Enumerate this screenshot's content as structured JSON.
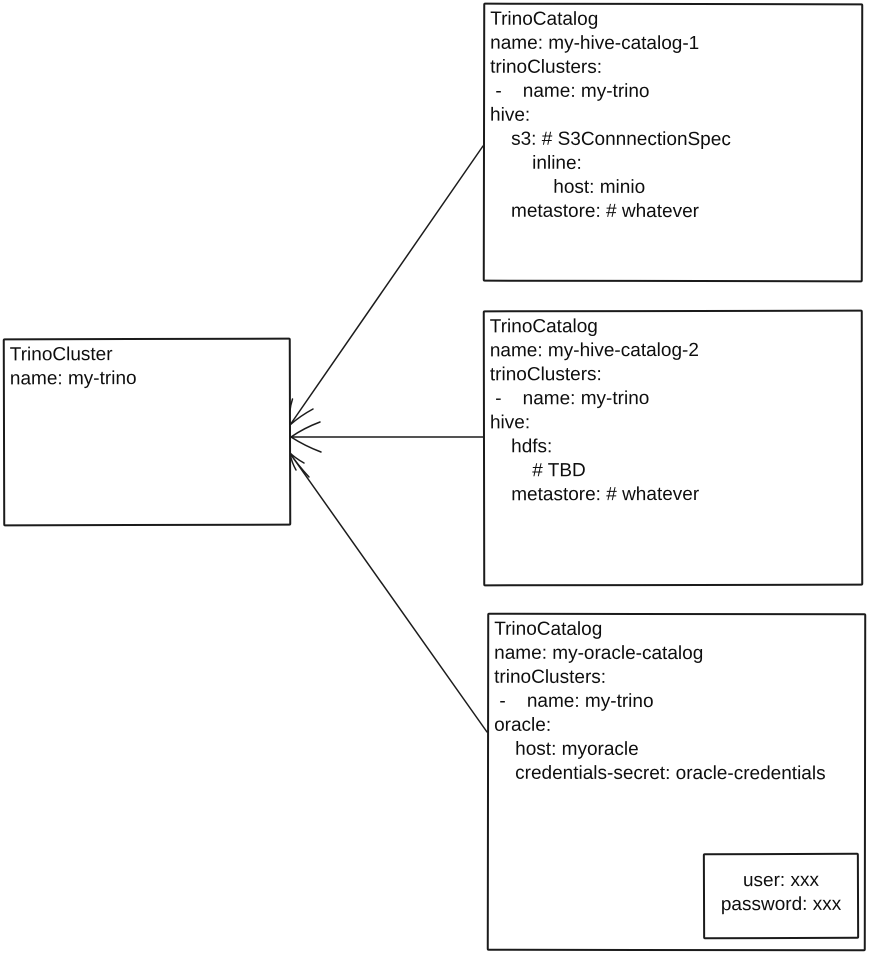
{
  "diagram": {
    "kind": "hand-drawn architecture diagram",
    "colors": {
      "background": "#ffffff",
      "stroke": "#1c1c1c",
      "text": "#0e0e0e"
    },
    "nodes": {
      "cluster": {
        "lines": [
          "TrinoCluster",
          "name: my-trino"
        ]
      },
      "catalog1": {
        "lines": [
          "TrinoCatalog",
          "name: my-hive-catalog-1",
          "trinoClusters:",
          " -    name: my-trino",
          "hive:",
          "    s3: # S3ConnnectionSpec",
          "        inline:",
          "            host: minio",
          "    metastore: # whatever"
        ]
      },
      "catalog2": {
        "lines": [
          "TrinoCatalog",
          "name: my-hive-catalog-2",
          "trinoClusters:",
          " -    name: my-trino",
          "hive:",
          "    hdfs:",
          "        # TBD",
          "    metastore: # whatever"
        ]
      },
      "catalog3": {
        "lines": [
          "TrinoCatalog",
          "name: my-oracle-catalog",
          "trinoClusters:",
          " -    name: my-trino",
          "oracle:",
          "    host: myoracle",
          "    credentials-secret: oracle-credentials"
        ]
      },
      "credentials": {
        "lines": [
          "user: xxx",
          "password: xxx"
        ]
      }
    },
    "connectors": [
      {
        "from": "catalog1",
        "to": "cluster",
        "style": "arrow"
      },
      {
        "from": "catalog2",
        "to": "cluster",
        "style": "arrow"
      },
      {
        "from": "catalog3",
        "to": "cluster",
        "style": "arrow"
      },
      {
        "from": "credentials-secret",
        "to": "credentials",
        "style": "arrow"
      }
    ]
  }
}
